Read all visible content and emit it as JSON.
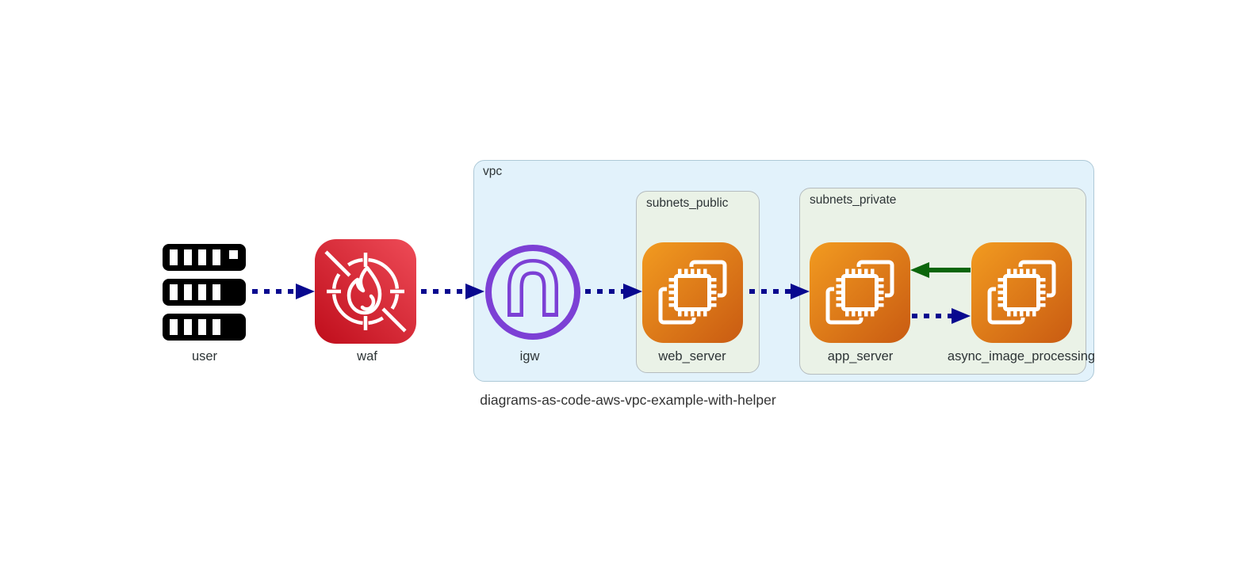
{
  "diagram": {
    "title": "diagrams-as-code-aws-vpc-example-with-helper"
  },
  "clusters": {
    "vpc": {
      "label": "vpc",
      "background": "#E2F2FB",
      "border_color": "#AEC9D7"
    },
    "subnets_public": {
      "label": "subnets_public",
      "background": "#EAF2E7",
      "border_color": "#B5BCBF"
    },
    "subnets_private": {
      "label": "subnets_private",
      "background": "#EAF2E7",
      "border_color": "#B5BCBF"
    }
  },
  "nodes": {
    "user": {
      "label": "user",
      "icon": "server-stack-icon",
      "icon_color": "#000000"
    },
    "waf": {
      "label": "waf",
      "icon": "waf-flame-icon",
      "icon_gradient": [
        "#EE4B57",
        "#BF0D1B"
      ]
    },
    "igw": {
      "label": "igw",
      "icon": "internet-gateway-icon",
      "icon_color": "#7C40D5"
    },
    "web_server": {
      "label": "web_server",
      "icon": "ec2-instances-icon",
      "icon_gradient": [
        "#F29B20",
        "#C95B12"
      ]
    },
    "app_server": {
      "label": "app_server",
      "icon": "ec2-instances-icon",
      "icon_gradient": [
        "#F29B20",
        "#C95B12"
      ]
    },
    "async_image_processing": {
      "label": "async_image_processing",
      "icon": "ec2-instances-icon",
      "icon_gradient": [
        "#F29B20",
        "#C95B12"
      ]
    }
  },
  "edges": [
    {
      "from": "user",
      "to": "waf",
      "style": "dotted",
      "color": "#08088F"
    },
    {
      "from": "waf",
      "to": "igw",
      "style": "dotted",
      "color": "#08088F"
    },
    {
      "from": "igw",
      "to": "web_server",
      "style": "dotted",
      "color": "#08088F"
    },
    {
      "from": "web_server",
      "to": "app_server",
      "style": "dotted",
      "color": "#08088F"
    },
    {
      "from": "async_image_processing",
      "to": "app_server",
      "style": "solid",
      "color": "#0B660B"
    },
    {
      "from": "app_server",
      "to": "async_image_processing",
      "style": "dotted",
      "color": "#08088F"
    }
  ]
}
